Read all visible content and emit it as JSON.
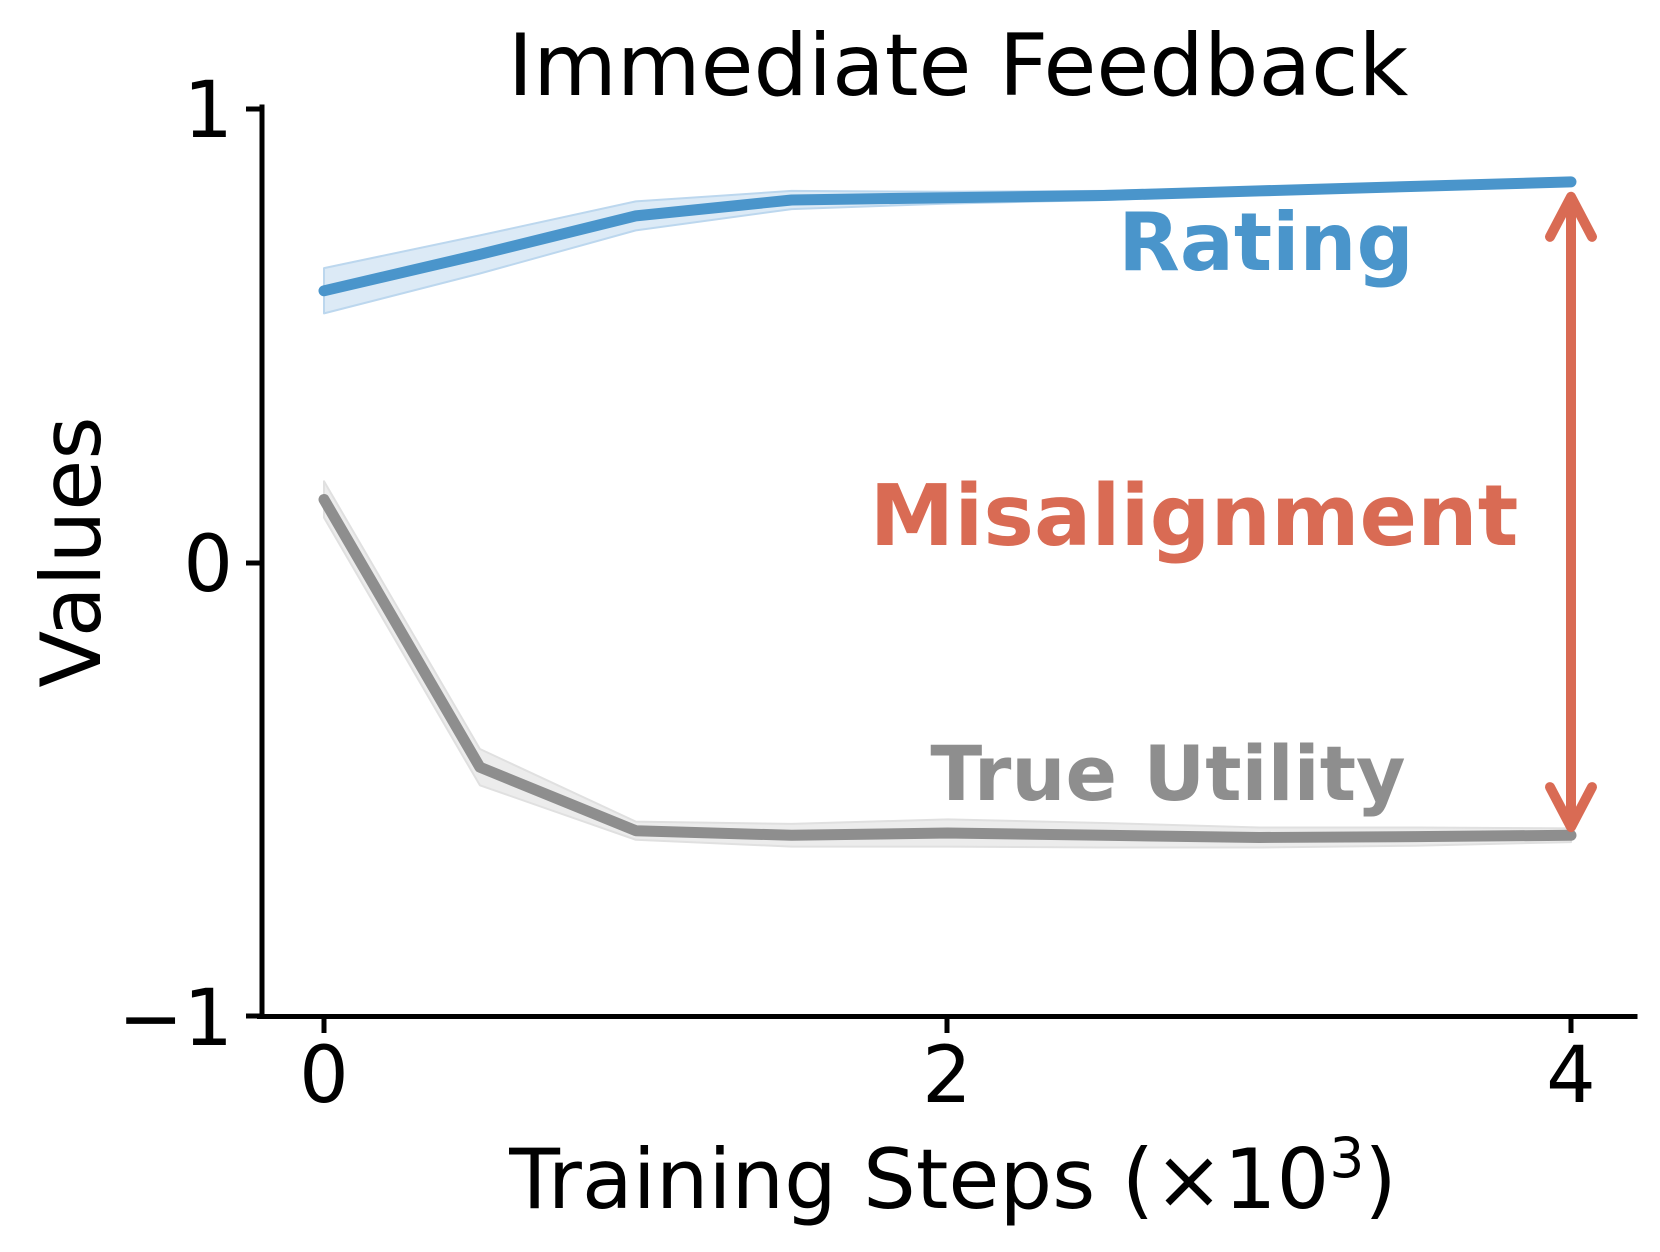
{
  "title": "Immediate Feedback",
  "axes": {
    "ylabel": "Values",
    "xlabel_prefix": "Training Steps (×10",
    "xlabel_sup": "3",
    "xlabel_suffix": ")",
    "ytick_labels": [
      "1",
      "0",
      "−1"
    ],
    "xtick_labels": [
      "0",
      "2",
      "4"
    ]
  },
  "colors": {
    "axis": "#000000",
    "rating": "#4a95cb",
    "rating_band_fill": "#dceaf6",
    "rating_band_edge": "#bcd7ee",
    "true_utility": "#8e8e8e",
    "true_utility_band_fill": "#ececec",
    "true_utility_band_edge": "#e0e0e0",
    "misalignment": "#d96b54"
  },
  "chart_data": {
    "type": "line",
    "title": "Immediate Feedback",
    "xlabel": "Training Steps (×10³)",
    "ylabel": "Values",
    "xlim": [
      -0.2,
      4.2
    ],
    "ylim": [
      -1,
      1
    ],
    "xticks": [
      0,
      2,
      4
    ],
    "yticks": [
      -1,
      0,
      1
    ],
    "grid": false,
    "legend_position": "inline-text-labels",
    "x": [
      0,
      0.5,
      1,
      1.5,
      2,
      2.5,
      3,
      3.5,
      4
    ],
    "series": [
      {
        "key": "rating",
        "name": "Rating",
        "color": "#4a95cb",
        "band_fill": "#dceaf6",
        "band_edge": "#bcd7ee",
        "values": [
          0.6,
          0.68,
          0.765,
          0.8,
          0.805,
          0.81,
          0.82,
          0.83,
          0.84
        ],
        "band": [
          0.05,
          0.042,
          0.032,
          0.02,
          0.013,
          0.01,
          0.008,
          0.007,
          0.006
        ]
      },
      {
        "key": "true-utility",
        "name": "True Utility",
        "color": "#8e8e8e",
        "band_fill": "#ececec",
        "band_edge": "#e0e0e0",
        "values": [
          0.14,
          -0.45,
          -0.59,
          -0.6,
          -0.595,
          -0.6,
          -0.605,
          -0.603,
          -0.6
        ],
        "band": [
          0.04,
          0.04,
          0.02,
          0.025,
          0.03,
          0.027,
          0.022,
          0.02,
          0.015
        ]
      }
    ],
    "annotation": {
      "label": "Misalignment",
      "color": "#d96b54",
      "x": 4.0,
      "y_top": 0.807,
      "y_bottom": -0.582,
      "meaning": "double-headed vertical arrow spanning the gap between Rating and True Utility at end of training"
    }
  }
}
